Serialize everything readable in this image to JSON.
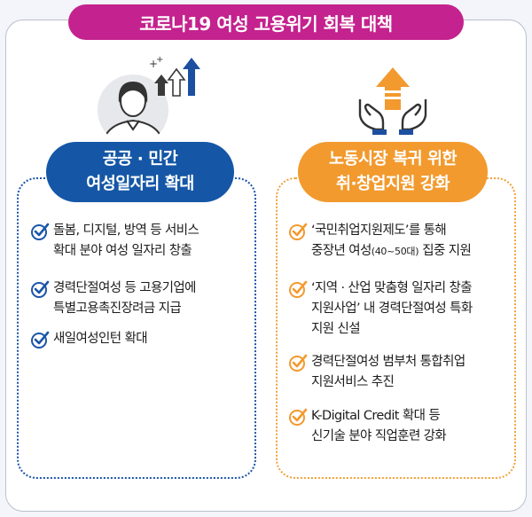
{
  "title": "코로나19 여성 고용위기 회복 대책",
  "colors": {
    "title_bg": "#c4228e",
    "left_accent": "#1557a6",
    "right_accent": "#f29a2e",
    "check_blue": "#1b55a8",
    "check_orange": "#f29a2e"
  },
  "icons": {
    "left": "woman-avatar-with-up-arrows-icon",
    "right": "hands-holding-up-arrow-icon"
  },
  "left": {
    "header_line1": "공공 · 민간",
    "header_line2": "여성일자리 확대",
    "items": [
      {
        "line1": "돌봄, 디지털, 방역 등 서비스",
        "line2": "확대 분야 여성 일자리 창출"
      },
      {
        "line1": "경력단절여성 등 고용기업에",
        "line2": "특별고용촉진장려금 지급"
      },
      {
        "line1": "새일여성인턴 확대"
      }
    ]
  },
  "right": {
    "header_line1": "노동시장 복귀 위한",
    "header_line2": "취·창업지원 강화",
    "items": [
      {
        "line1": "‘국민취업지원제도’를 통해",
        "line2_a": "중장년 여성",
        "line2_small": "(40~50대)",
        "line2_b": " 집중 지원"
      },
      {
        "line1": "‘지역 · 산업 맞춤형 일자리 창출",
        "line2": "지원사업’ 내 경력단절여성 특화",
        "line3": "지원 신설"
      },
      {
        "line1": "경력단절여성 범부처 통합취업",
        "line2": "지원서비스 추진"
      },
      {
        "line1": "K-Digital Credit 확대 등",
        "line2": "신기술 분야 직업훈련 강화"
      }
    ]
  }
}
